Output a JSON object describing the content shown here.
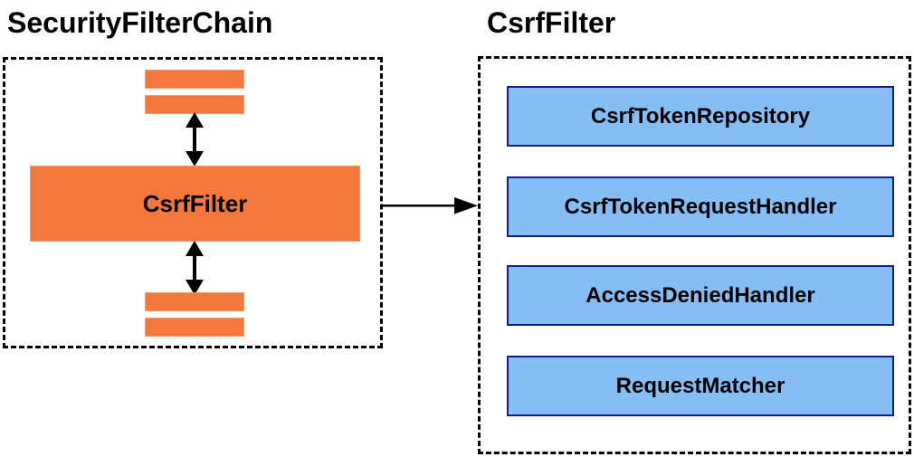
{
  "left_panel": {
    "title": "SecurityFilterChain",
    "csrf_filter_label": "CsrfFilter"
  },
  "right_panel": {
    "title": "CsrfFilter",
    "components": [
      "CsrfTokenRepository",
      "CsrfTokenRequestHandler",
      "AccessDeniedHandler",
      "RequestMatcher"
    ]
  },
  "icons": {
    "vertical_arrows": "bidirectional-arrow-icon",
    "connector": "right-arrow-icon"
  },
  "colors": {
    "filter_orange": "#F4783C",
    "orange_border": "#F29B6B",
    "component_blue": "#85BEF4",
    "component_border_navy": "#121F87",
    "shadow_dark": "#9E9E9E",
    "shadow_light": "#DCDCDC",
    "dashed_border": "#000000",
    "arrow": "#000000",
    "text": "#000000",
    "background": "#FFFFFF"
  }
}
